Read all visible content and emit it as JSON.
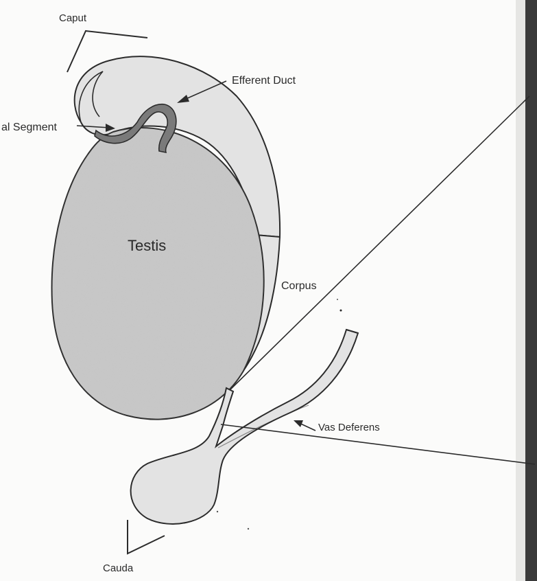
{
  "labels": {
    "caput": "Caput",
    "efferent_duct": "Efferent Duct",
    "initial_segment": "al Segment",
    "testis": "Testis",
    "corpus": "Corpus",
    "vas_deferens": "Vas Deferens",
    "cauda": "Cauda"
  },
  "colors": {
    "testis_fill": "#c8c8c8",
    "epididymis_fill": "#e3e3e3",
    "duct_fill": "#7a7a7a",
    "outline": "#2b2b2b",
    "edge_shadow": "#3a3a3a"
  }
}
